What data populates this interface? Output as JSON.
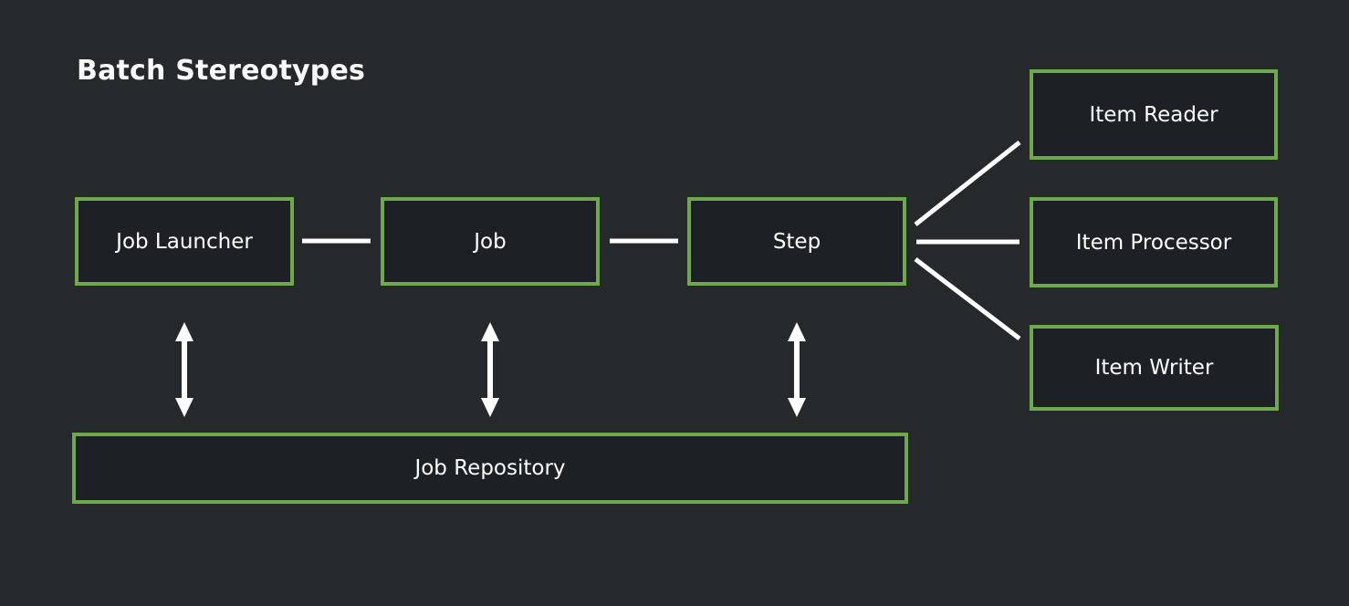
{
  "title": "Batch Stereotypes",
  "colors": {
    "background": "#26292c",
    "box_fill": "#1d2125",
    "box_border": "#6fa94d",
    "connector": "#ffffff",
    "text": "#ffffff",
    "title_color": "#f8f9f9"
  },
  "nodes": {
    "job_launcher": {
      "label": "Job Launcher"
    },
    "job": {
      "label": "Job"
    },
    "step": {
      "label": "Step"
    },
    "item_reader": {
      "label": "Item Reader"
    },
    "item_processor": {
      "label": "Item Processor"
    },
    "item_writer": {
      "label": "Item Writer"
    },
    "job_repository": {
      "label": "Job Repository"
    }
  },
  "edges": [
    {
      "from": "Job Launcher",
      "to": "Job",
      "style": "plain-line"
    },
    {
      "from": "Job",
      "to": "Step",
      "style": "plain-line"
    },
    {
      "from": "Step",
      "to": "Item Reader",
      "style": "plain-line"
    },
    {
      "from": "Step",
      "to": "Item Processor",
      "style": "plain-line"
    },
    {
      "from": "Step",
      "to": "Item Writer",
      "style": "plain-line"
    },
    {
      "from": "Job Launcher",
      "to": "Job Repository",
      "style": "double-headed-arrow"
    },
    {
      "from": "Job",
      "to": "Job Repository",
      "style": "double-headed-arrow"
    },
    {
      "from": "Step",
      "to": "Job Repository",
      "style": "double-headed-arrow"
    }
  ]
}
